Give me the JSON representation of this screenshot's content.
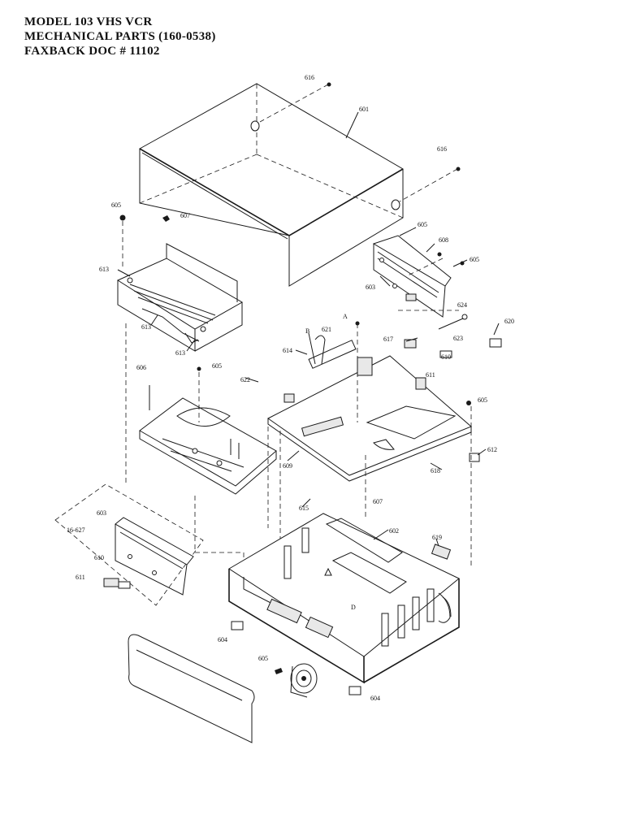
{
  "header": {
    "line1": "MODEL 103 VHS VCR",
    "line2": "MECHANICAL PARTS  (160-0538)",
    "line3": "FAXBACK DOC # 11102"
  },
  "labels": {
    "p616a": "616",
    "p601": "601",
    "p616b": "616",
    "p605a": "605",
    "p607a": "607",
    "p605b": "605",
    "p608": "608",
    "p605c": "605",
    "p613a": "613",
    "p603a": "603",
    "p613b": "613",
    "p613c": "613",
    "p624": "624",
    "pA": "A",
    "pB": "B",
    "p621": "621",
    "p620": "620",
    "p617": "617",
    "p623": "623",
    "p614": "614",
    "p610a": "610",
    "p606": "606",
    "p605d": "605",
    "p622": "622",
    "p611a": "611",
    "p605e": "605",
    "p612": "612",
    "p609": "609",
    "p618": "618",
    "p607b": "607",
    "p615": "615",
    "p603b": "603",
    "p16627": "16-627",
    "p602": "602",
    "p619": "619",
    "p610b": "610",
    "p611b": "611",
    "p604a": "604",
    "p605f": "605",
    "p604b": "604"
  }
}
